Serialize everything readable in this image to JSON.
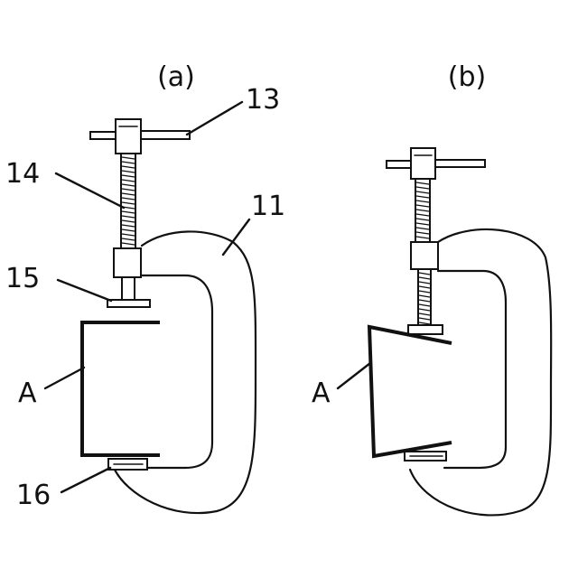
{
  "figure": {
    "panel_a_label": "(a)",
    "panel_b_label": "(b)",
    "labels": {
      "handle": "13",
      "screw": "14",
      "upper_pad": "15",
      "frame": "11",
      "workpiece_a": "A",
      "lower_pad": "16",
      "workpiece_b": "A"
    }
  }
}
